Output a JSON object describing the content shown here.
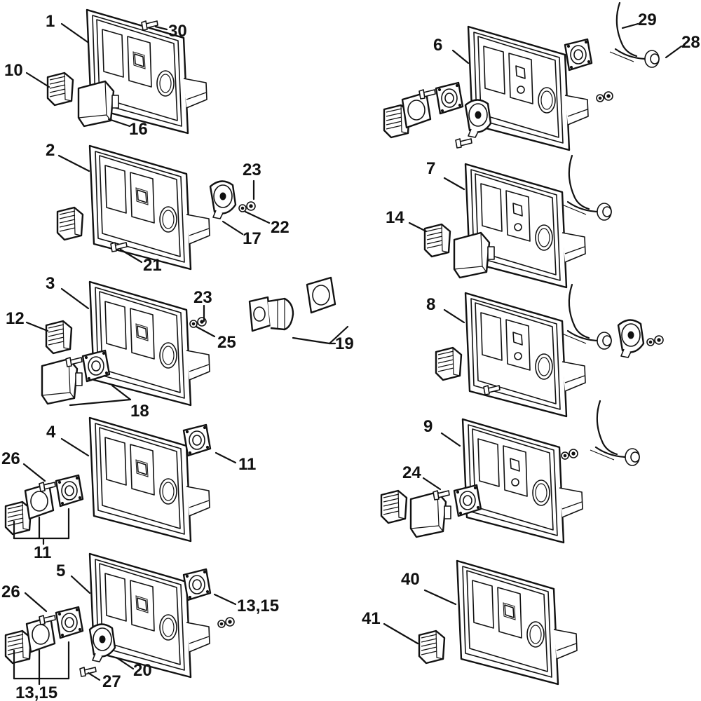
{
  "labels": {
    "p1": "1",
    "p2": "2",
    "p3": "3",
    "p4": "4",
    "p5": "5",
    "p6": "6",
    "p7": "7",
    "p8": "8",
    "p9": "9",
    "p10": "10",
    "p11a": "11",
    "p11b": "11",
    "p12": "12",
    "p13_15a": "13,15",
    "p13_15b": "13,15",
    "p14": "14",
    "p16": "16",
    "p17": "17",
    "p18": "18",
    "p19": "19",
    "p20": "20",
    "p21": "21",
    "p22": "22",
    "p23a": "23",
    "p23b": "23",
    "p24": "24",
    "p25": "25",
    "p26a": "26",
    "p26b": "26",
    "p27": "27",
    "p28": "28",
    "p29": "29",
    "p30": "30",
    "p40": "40",
    "p41": "41"
  }
}
